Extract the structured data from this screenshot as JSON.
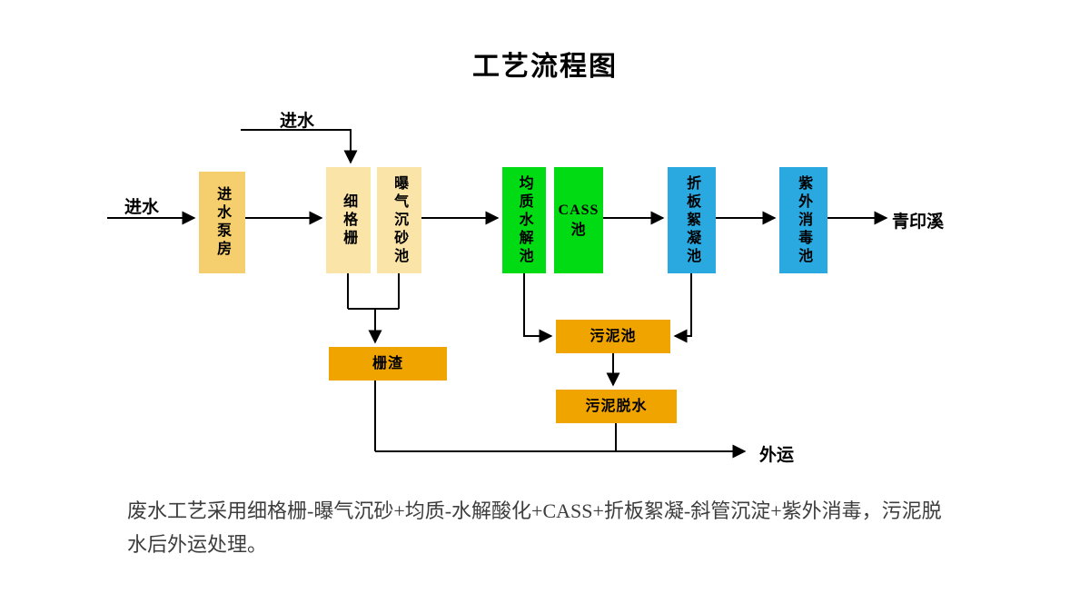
{
  "title": "工艺流程图",
  "labels": {
    "inlet_left": "进水",
    "inlet_top": "进水",
    "outlet_creek": "青印溪",
    "outbound": "外运"
  },
  "boxes": {
    "pump_house": {
      "label": "进水泵房",
      "color": "#F5CE6E"
    },
    "fine_grid": {
      "label": "细格栅",
      "color": "#FBE4A8"
    },
    "aerated_grit": {
      "label": "曝气沉砂池",
      "color": "#FBE4A8"
    },
    "equalization_hydrolysis": {
      "label": "均质水解池",
      "color": "#00DB14"
    },
    "cass": {
      "label": "CASS\n池",
      "color": "#00DB14"
    },
    "plate_flocculation": {
      "label": "折板絮凝池",
      "color": "#2AA8E0"
    },
    "uv_disinfection": {
      "label": "紫外消毒池",
      "color": "#2AA8E0"
    },
    "grid_slag": {
      "label": "栅渣",
      "color": "#F0A400"
    },
    "sludge_tank": {
      "label": "污泥池",
      "color": "#F0A400"
    },
    "sludge_dewatering": {
      "label": "污泥脱水",
      "color": "#F0A400"
    }
  },
  "description": "废水工艺采用细格栅-曝气沉砂+均质-水解酸化+CASS+折板絮凝-斜管沉淀+紫外消毒，污泥脱水后外运处理。"
}
